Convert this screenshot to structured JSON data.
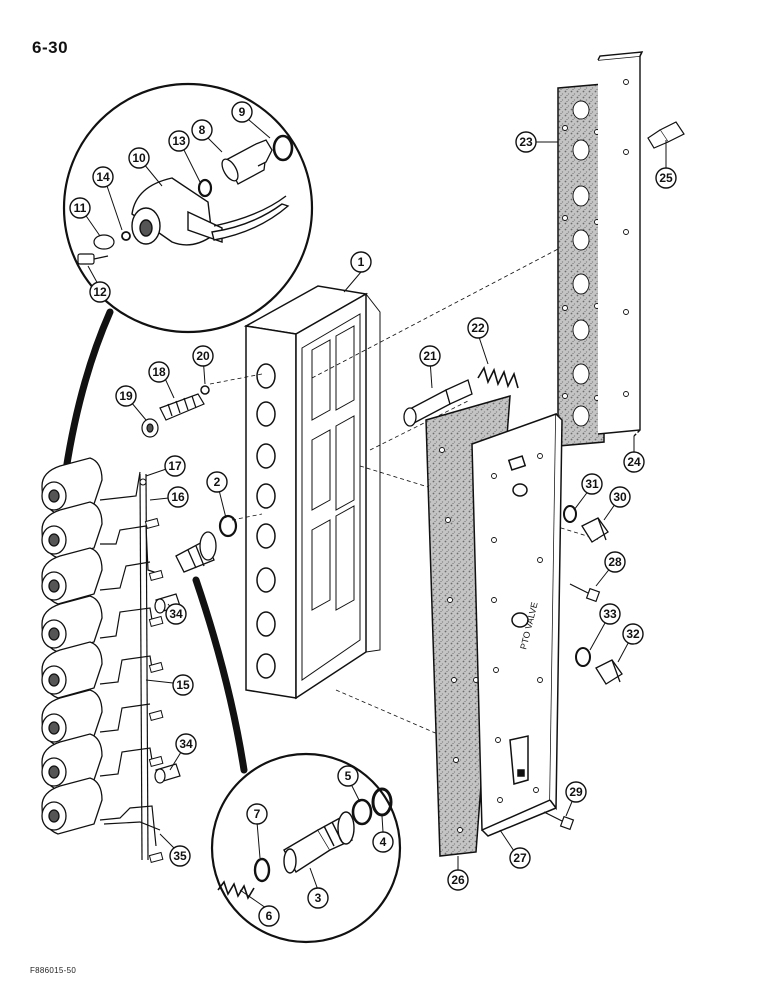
{
  "page": {
    "number": "6-30",
    "figure_code": "F886015-50"
  },
  "plate": {
    "label": "PTO VALVE"
  },
  "callouts": [
    "1",
    "2",
    "3",
    "4",
    "5",
    "6",
    "7",
    "8",
    "9",
    "10",
    "11",
    "12",
    "13",
    "14",
    "15",
    "16",
    "17",
    "18",
    "19",
    "20",
    "21",
    "22",
    "23",
    "24",
    "25",
    "26",
    "27",
    "28",
    "29",
    "30",
    "31",
    "32",
    "33",
    "34",
    "34",
    "35"
  ],
  "colors": {
    "ink": "#111111",
    "gasket_fill": "#b9b9b9",
    "paper": "#ffffff"
  }
}
